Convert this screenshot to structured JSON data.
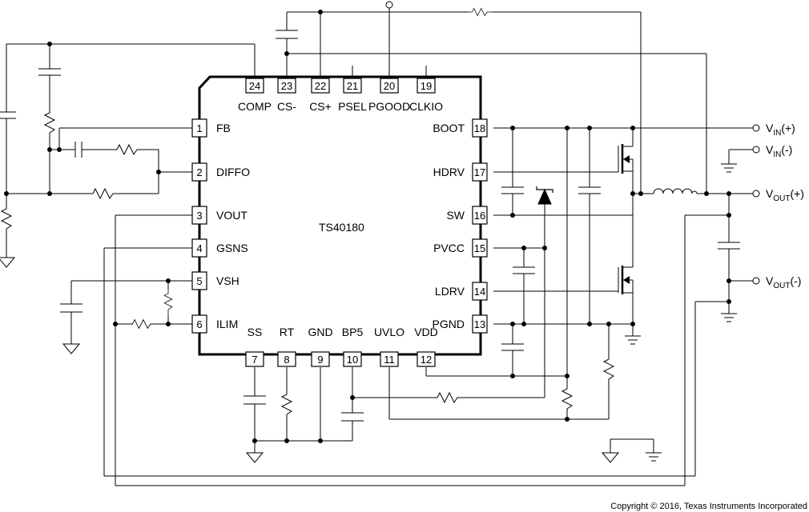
{
  "chip": {
    "part_number": "TS40180",
    "pins": [
      {
        "num": "1",
        "name": "FB"
      },
      {
        "num": "2",
        "name": "DIFFO"
      },
      {
        "num": "3",
        "name": "VOUT"
      },
      {
        "num": "4",
        "name": "GSNS"
      },
      {
        "num": "5",
        "name": "VSH"
      },
      {
        "num": "6",
        "name": "ILIM"
      },
      {
        "num": "7",
        "name": "SS"
      },
      {
        "num": "8",
        "name": "RT"
      },
      {
        "num": "9",
        "name": "GND"
      },
      {
        "num": "10",
        "name": "BP5"
      },
      {
        "num": "11",
        "name": "UVLO"
      },
      {
        "num": "12",
        "name": "VDD"
      },
      {
        "num": "13",
        "name": "PGND"
      },
      {
        "num": "14",
        "name": "LDRV"
      },
      {
        "num": "15",
        "name": "PVCC"
      },
      {
        "num": "16",
        "name": "SW"
      },
      {
        "num": "17",
        "name": "HDRV"
      },
      {
        "num": "18",
        "name": "BOOT"
      },
      {
        "num": "19",
        "name": "CLKIO"
      },
      {
        "num": "20",
        "name": "PGOOD"
      },
      {
        "num": "21",
        "name": "PSEL"
      },
      {
        "num": "22",
        "name": "CS+"
      },
      {
        "num": "23",
        "name": "CS-"
      },
      {
        "num": "24",
        "name": "COMP"
      }
    ]
  },
  "terminals": {
    "vin_pos": {
      "base": "V",
      "sub": "IN",
      "suffix": "(+)"
    },
    "vin_neg": {
      "base": "V",
      "sub": "IN",
      "suffix": "(-)"
    },
    "vout_pos": {
      "base": "V",
      "sub": "OUT",
      "suffix": "(+)"
    },
    "vout_neg": {
      "base": "V",
      "sub": "OUT",
      "suffix": "(-)"
    }
  },
  "copyright": "Copyright © 2016, Texas Instruments Incorporated",
  "colors": {
    "line": "#000000",
    "background": "#ffffff"
  }
}
